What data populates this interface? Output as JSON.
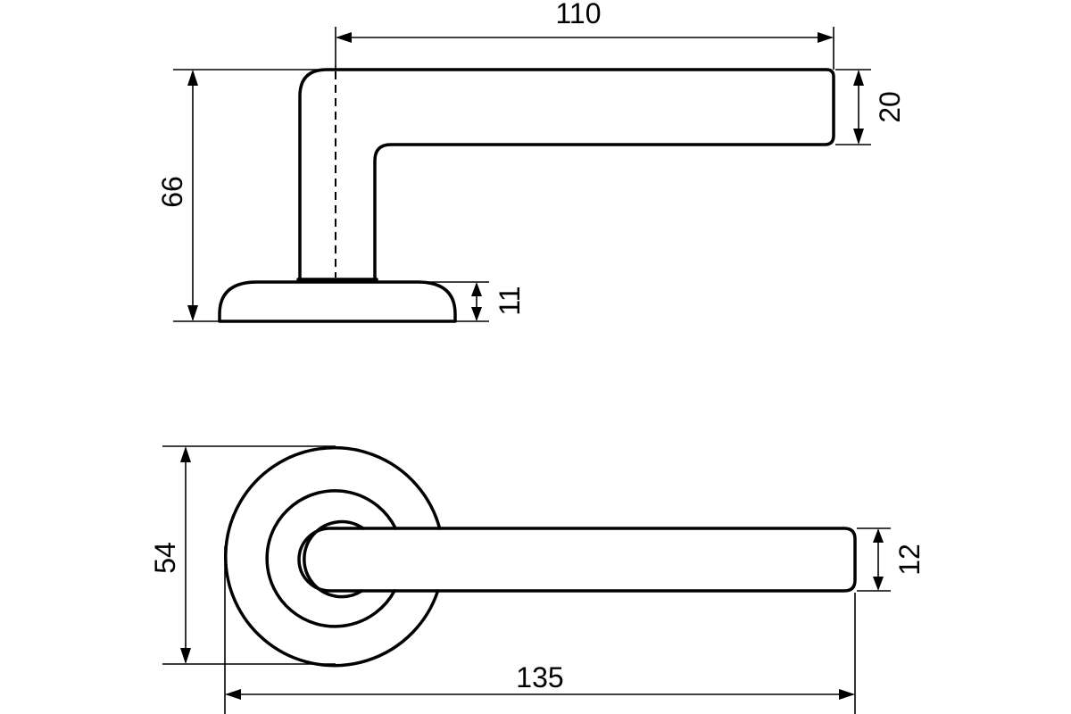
{
  "dimensions": {
    "side_handle_length": "110",
    "side_handle_thickness": "20",
    "side_total_height": "66",
    "side_rose_height": "11",
    "top_rose_diameter": "54",
    "top_handle_width": "12",
    "top_total_length": "135"
  }
}
